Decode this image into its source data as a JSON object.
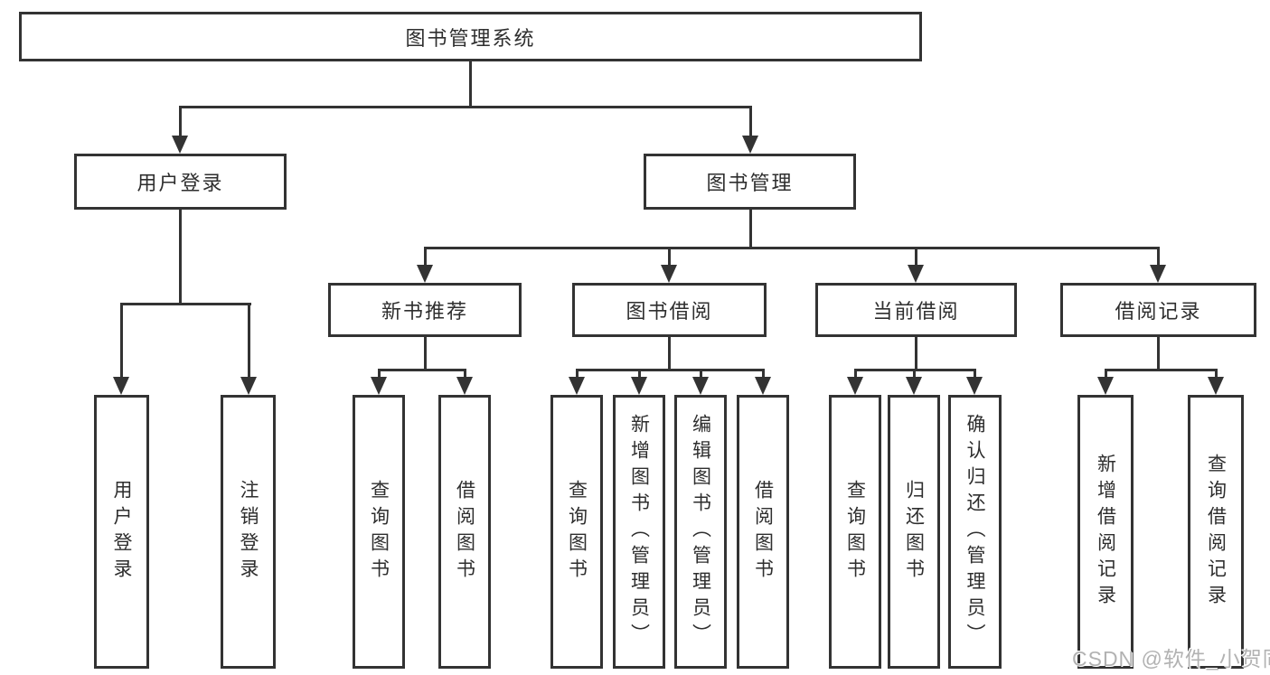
{
  "diagram": {
    "root": {
      "label": "图书管理系统"
    },
    "user_login": {
      "label": "用户登录",
      "children": [
        "用户登录",
        "注销登录"
      ]
    },
    "book_mgmt": {
      "label": "图书管理",
      "sections": [
        {
          "label": "新书推荐",
          "children": [
            "查询图书",
            "借阅图书"
          ]
        },
        {
          "label": "图书借阅",
          "children": [
            "查询图书",
            "新增图书（管理员）",
            "编辑图书（管理员）",
            "借阅图书"
          ]
        },
        {
          "label": "当前借阅",
          "children": [
            "查询图书",
            "归还图书",
            "确认归还（管理员）"
          ]
        },
        {
          "label": "借阅记录",
          "children": [
            "新增借阅记录",
            "查询借阅记录"
          ]
        }
      ]
    },
    "line_color": "#333333",
    "watermark": "CSDN @软件_小贺同学"
  }
}
